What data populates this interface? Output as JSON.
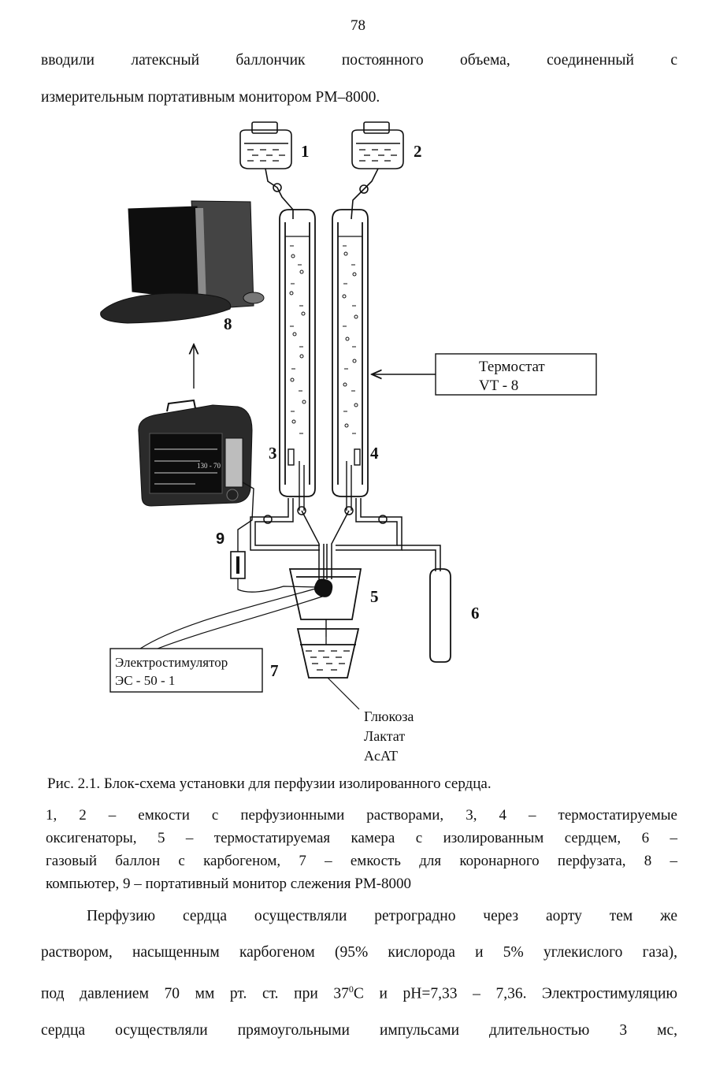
{
  "page": {
    "number": "78"
  },
  "intro": {
    "line1": "вводили латексный баллончик постоянного объема, соединенный с",
    "line2": "измерительным портативным монитором РМ–8000."
  },
  "figure": {
    "labels": {
      "n1": "1",
      "n2": "2",
      "n3": "3",
      "n4": "4",
      "n5": "5",
      "n6": "6",
      "n7": "7",
      "n8": "8",
      "n9": "9"
    },
    "thermostat": {
      "line1": "Термостат",
      "line2": "VT - 8"
    },
    "stimulator": {
      "line1": "Электростимулятор",
      "line2": "ЭС - 50 - 1"
    },
    "outputs": [
      "Глюкоза",
      "Лактат",
      "AcAT"
    ],
    "monitor_screen": {
      "reading": "130 - 70"
    }
  },
  "caption": {
    "title": "Рис. 2.1. Блок-схема установки для перфузии изолированного сердца.",
    "legend_lines": [
      "1, 2 – емкости с перфузионными растворами, 3, 4 – термостатируемые",
      "оксигенаторы, 5 – термостатируемая камера с изолированным сердцем, 6 –",
      "газовый баллон с карбогеном, 7 – емкость для коронарного перфузата, 8 –",
      "компьютер, 9 – портативный монитор слежения РМ-8000"
    ]
  },
  "body": {
    "lines": [
      "Перфузию сердца осуществляли ретроградно через аорту тем же",
      "раствором, насыщенным карбогеном (95% кислорода и 5% углекислого газа),",
      "под давлением 70 мм рт. ст. при 37",
      "сердца осуществляли прямоугольными импульсами длительностью 3 мс,"
    ],
    "temp_sup": "0",
    "line3_rest": "C и pH=7,33 – 7,36. Электростимуляцию"
  }
}
